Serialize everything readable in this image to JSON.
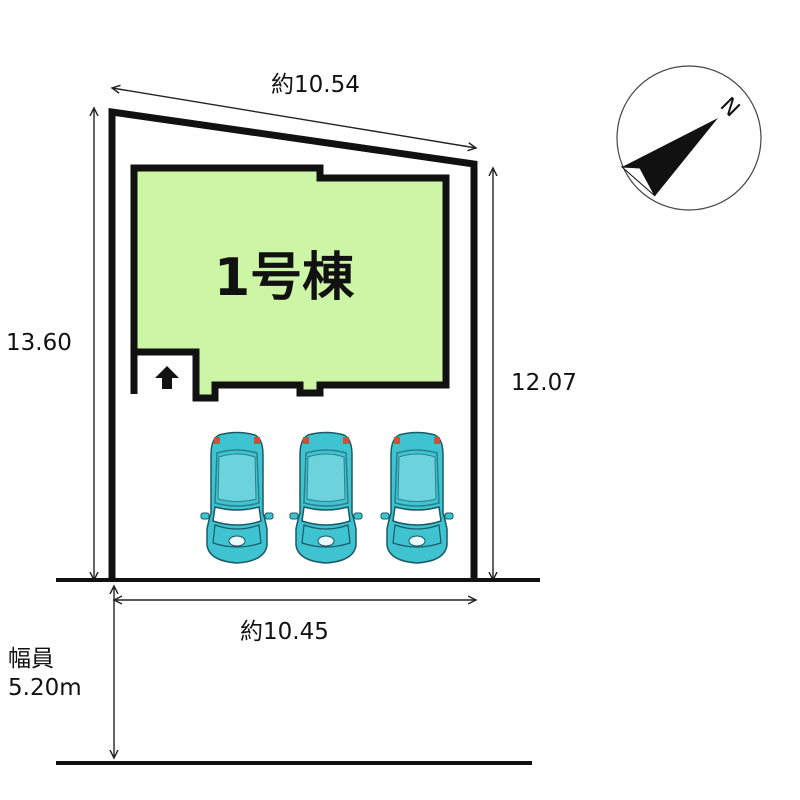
{
  "building": {
    "label": "1号棟",
    "fill": "#ccf5a6"
  },
  "dimensions": {
    "top": "約10.54",
    "left": "13.60",
    "right": "12.07",
    "bottom": "約10.45"
  },
  "road": {
    "label": "幅員",
    "width": "5.20m"
  },
  "compass": {
    "north_label": "N"
  },
  "parking": {
    "car_count": 3,
    "car_color": "#3fc3d0",
    "car_icon": "car-icon"
  },
  "entrance": {
    "icon": "up-arrow-icon"
  }
}
